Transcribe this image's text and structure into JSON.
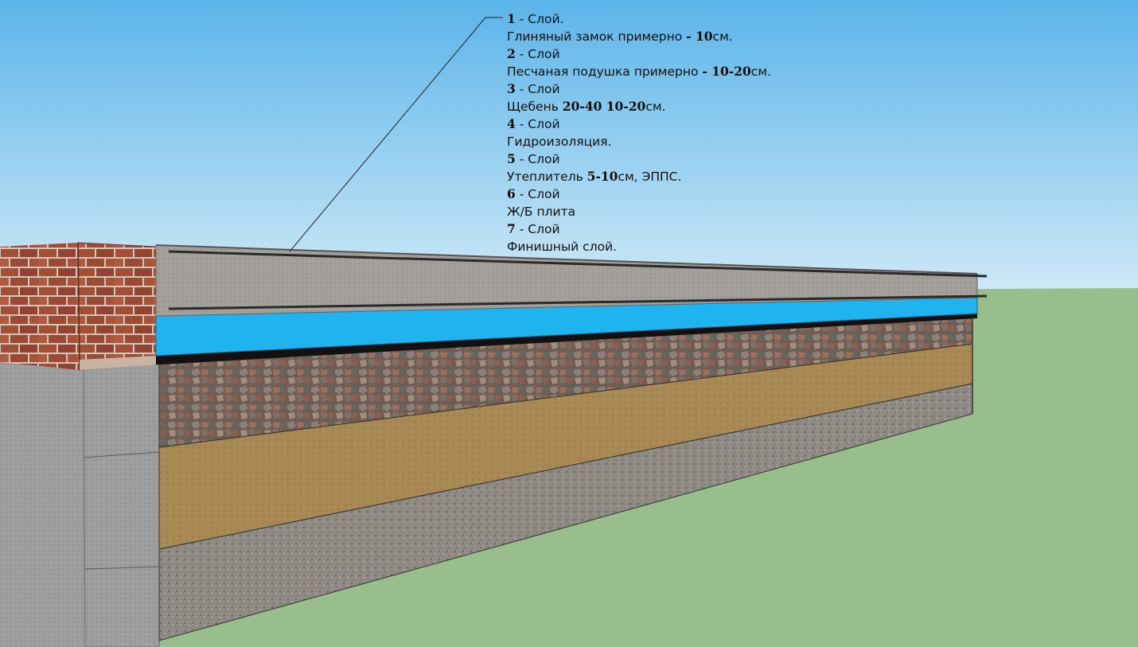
{
  "colors": {
    "sky_top": "#5bb4ea",
    "sky_bottom": "#cfe9f7",
    "grass": "#98be8c",
    "slab": "#a3a09c",
    "insulation": "#1fb4f0",
    "waterproofing": "#111111",
    "gravel": "#7e6a5e",
    "sand": "#a98a52",
    "clay": "#8f8a84",
    "concrete_side": "#9a9a9a",
    "brick": "#9c4a34",
    "mortar": "#cfc7bc"
  },
  "layers": [
    {
      "number": "1",
      "title": " - Слой.",
      "desc_pre": "Глиняный замок примерно ",
      "desc_bold": "- 10",
      "desc_post": "см."
    },
    {
      "number": "2",
      "title": " - Слой",
      "desc_pre": "Песчаная подушка примерно ",
      "desc_bold": "- 10-20",
      "desc_post": "см."
    },
    {
      "number": "3",
      "title": " - Слой",
      "desc_pre": "Щебень ",
      "desc_bold": "20-40 10-20",
      "desc_post": "см."
    },
    {
      "number": "4",
      "title": " - Слой",
      "desc_pre": "Гидроизоляция.",
      "desc_bold": "",
      "desc_post": ""
    },
    {
      "number": "5",
      "title": " - Слой",
      "desc_pre": "Утеплитель ",
      "desc_bold": "5-10",
      "desc_post": "см, ЭППС."
    },
    {
      "number": "6",
      "title": " - Слой",
      "desc_pre": "Ж/Б плита",
      "desc_bold": "",
      "desc_post": ""
    },
    {
      "number": "7",
      "title": " - Слой",
      "desc_pre": "Финишный слой.",
      "desc_bold": "",
      "desc_post": ""
    }
  ]
}
